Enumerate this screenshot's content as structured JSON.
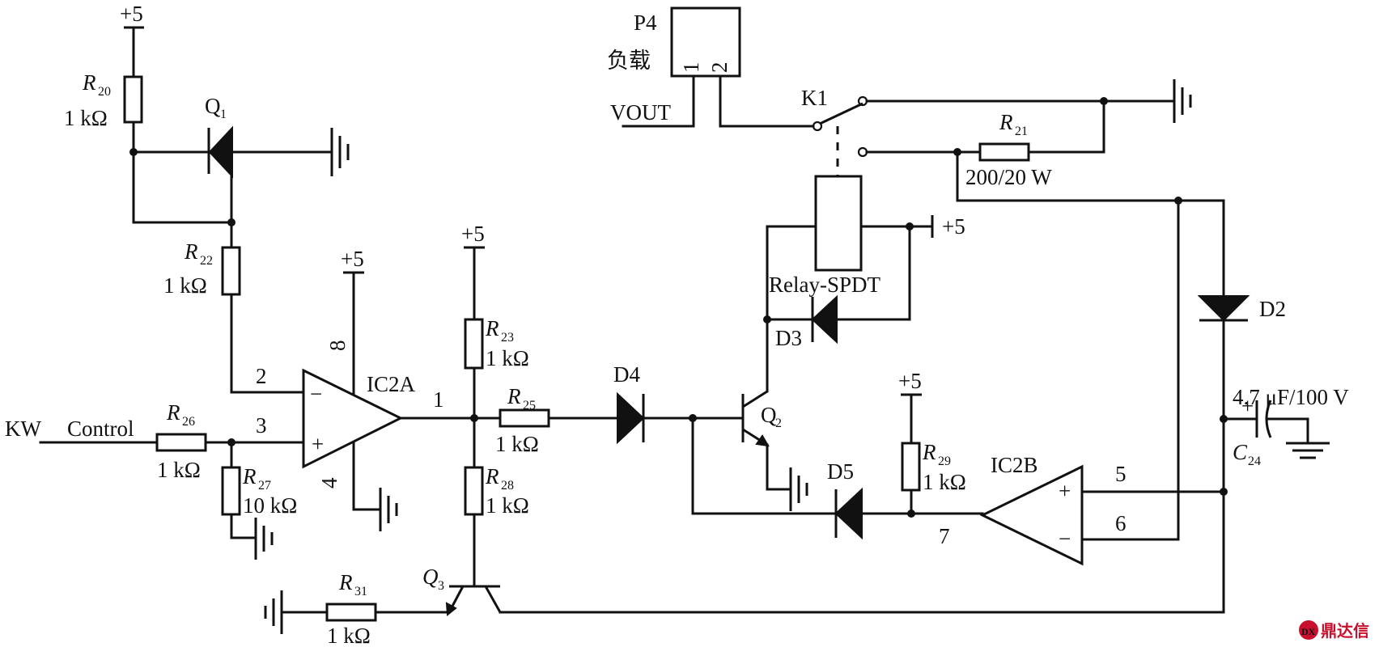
{
  "title": "",
  "supply": "+5",
  "resistors": {
    "r20": {
      "ref": "R",
      "num": "20",
      "value": "1 kΩ"
    },
    "r21": {
      "ref": "R",
      "num": "21",
      "value": "200/20 W"
    },
    "r22": {
      "ref": "R",
      "num": "22",
      "value": "1 kΩ"
    },
    "r23": {
      "ref": "R",
      "num": "23",
      "value": "1 kΩ"
    },
    "r25": {
      "ref": "R",
      "num": "25",
      "value": "1 kΩ"
    },
    "r26": {
      "ref": "R",
      "num": "26",
      "value": "1 kΩ"
    },
    "r27": {
      "ref": "R",
      "num": "27",
      "value": "10 kΩ"
    },
    "r28": {
      "ref": "R",
      "num": "28",
      "value": "1 kΩ"
    },
    "r29": {
      "ref": "R",
      "num": "29",
      "value": "1 kΩ"
    },
    "r31": {
      "ref": "R",
      "num": "31",
      "value": "1 kΩ"
    }
  },
  "transistors": {
    "q1": {
      "ref": "Q",
      "num": "1"
    },
    "q2": {
      "ref": "Q",
      "num": "2"
    },
    "q3": {
      "ref": "Q",
      "num": "3"
    }
  },
  "diodes": {
    "d2": "D2",
    "d3": "D3",
    "d4": "D4",
    "d5": "D5"
  },
  "capacitor": {
    "ref": "C",
    "num": "24",
    "value": "4.7 μF/100 V"
  },
  "opamps": {
    "ic2a": {
      "name": "IC2A",
      "pin_inv": "2",
      "pin_noninv": "3",
      "pin_out": "1",
      "pin_vcc": "8",
      "pin_gnd": "4"
    },
    "ic2b": {
      "name": "IC2B",
      "pin_noninv": "5",
      "pin_inv": "6",
      "pin_out": "7"
    }
  },
  "opamp_signs": {
    "minus": "−",
    "plus": "+"
  },
  "relay": {
    "name": "Relay-SPDT",
    "switch": "K1"
  },
  "connector": {
    "name": "P4",
    "label": "负载",
    "pin1": "1",
    "pin2": "2",
    "net": "VOUT"
  },
  "input": {
    "kw": "KW",
    "control": "Control"
  },
  "watermark": "鼎达信"
}
